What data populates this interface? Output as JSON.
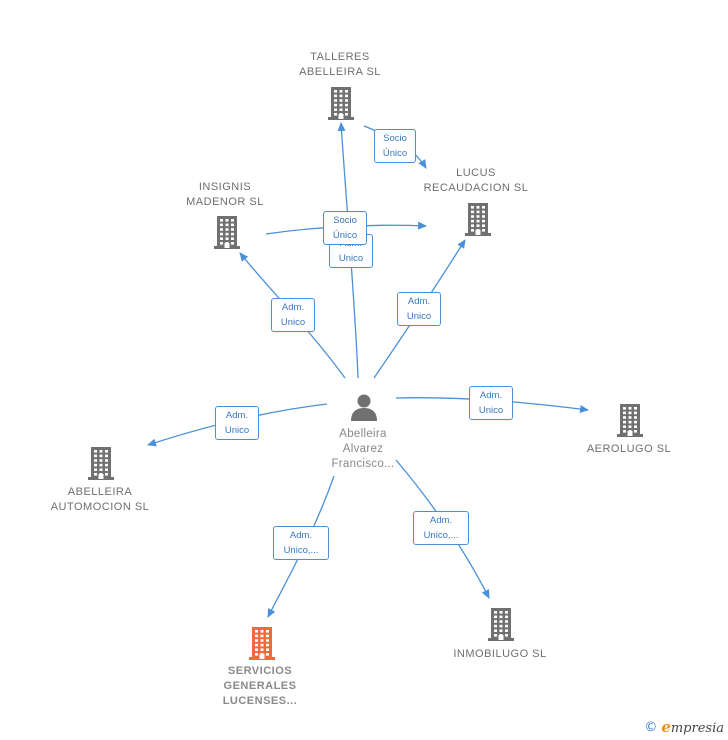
{
  "colors": {
    "edge": "#4a90d9",
    "node_icon": "#707070",
    "highlight_icon": "#f4693c"
  },
  "center": {
    "name": "Abelleira\nAlvarez\nFrancisco...",
    "icon": "person-icon"
  },
  "companies": [
    {
      "id": "talleres",
      "name": "TALLERES\nABELLEIRA SL",
      "icon": "building-icon"
    },
    {
      "id": "lucus",
      "name": "LUCUS\nRECAUDACION SL",
      "icon": "building-icon"
    },
    {
      "id": "insignis",
      "name": "INSIGNIS\nMADENOR  SL",
      "icon": "building-icon"
    },
    {
      "id": "aerolugo",
      "name": "AEROLUGO SL",
      "icon": "building-icon"
    },
    {
      "id": "abelleira-auto",
      "name": "ABELLEIRA\nAUTOMOCION SL",
      "icon": "building-icon"
    },
    {
      "id": "servicios",
      "name": "SERVICIOS\nGENERALES\nLUCENSES...",
      "icon": "building-icon",
      "highlight": true
    },
    {
      "id": "inmobilugo",
      "name": "INMOBILUGO SL",
      "icon": "building-icon"
    }
  ],
  "relations": [
    {
      "from": "center",
      "to": "talleres",
      "label": "Adm.\nUnico"
    },
    {
      "from": "center",
      "to": "lucus",
      "label": "Adm.\nUnico"
    },
    {
      "from": "center",
      "to": "insignis",
      "label": "Adm.\nUnico"
    },
    {
      "from": "center",
      "to": "aerolugo",
      "label": "Adm.\nUnico"
    },
    {
      "from": "center",
      "to": "abelleira-auto",
      "label": "Adm.\nUnico"
    },
    {
      "from": "center",
      "to": "servicios",
      "label": "Adm.\nUnico,..."
    },
    {
      "from": "center",
      "to": "inmobilugo",
      "label": "Adm.\nUnico,..."
    },
    {
      "from": "talleres",
      "to": "lucus",
      "label": "Socio\nÚnico"
    },
    {
      "from": "insignis",
      "to": "lucus",
      "label": "Socio\nÚnico"
    }
  ],
  "brand": {
    "copyright": "©",
    "initial": "e",
    "rest": "mpresia"
  }
}
